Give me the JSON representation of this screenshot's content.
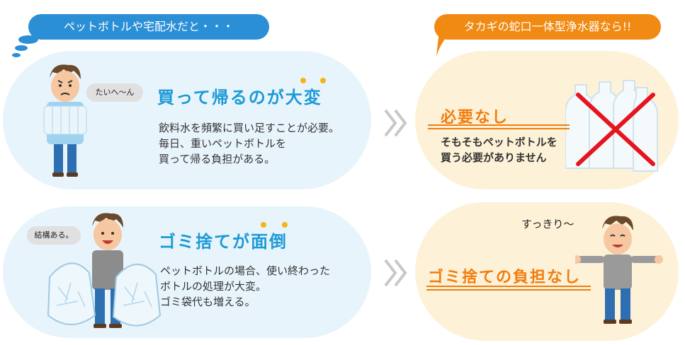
{
  "header": {
    "left": "ペットボトルや宅配水だと・・・",
    "right": "タカギの蛇口一体型浄水器なら!!"
  },
  "row1": {
    "speech": "たいへ〜ん",
    "title": "買って帰るのが大変",
    "body": "飲料水を頻繁に買い足すことが必要。\n毎日、重いペットボトルを\n買って帰る負担がある。",
    "result_title": "必要なし",
    "result_body": "そもそもペットボトルを\n買う必要がありません"
  },
  "row2": {
    "speech": "結構ある。",
    "title": "ゴミ捨てが面倒",
    "body": "ペットボトルの場合、使い終わった\nボトルの処理が大変。\nゴミ袋代も増える。",
    "exclaim": "すっきり〜",
    "result_title": "ゴミ捨ての負担なし"
  },
  "icons": {
    "arrow": "double-chevron-right-icon",
    "cross": "red-x-icon"
  },
  "colors": {
    "blue_accent": "#2b8fd6",
    "orange_accent": "#f08a12",
    "left_panel": "#e8f4fc",
    "right_panel": "#fdf2d7",
    "cross_red": "#e6141e"
  }
}
